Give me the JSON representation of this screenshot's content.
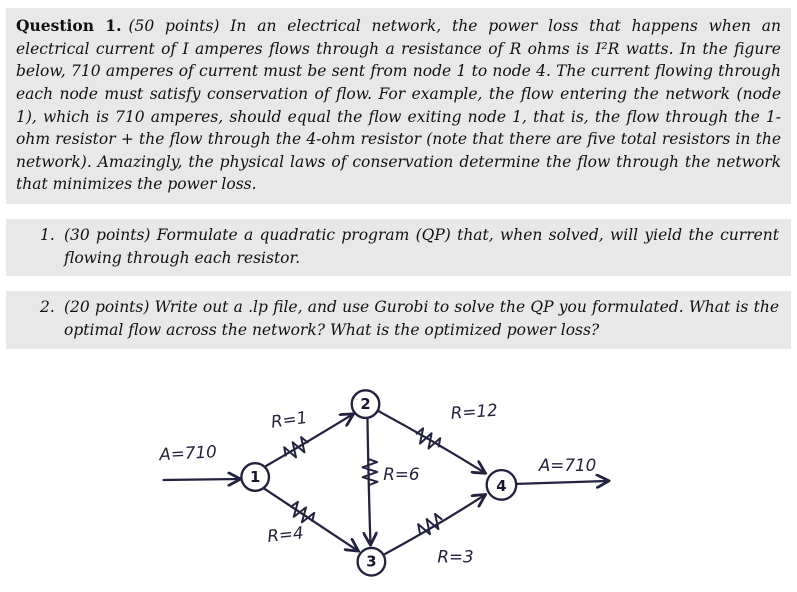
{
  "page": {
    "question_label": "Question 1.",
    "question_body": "(50 points) In an electrical network, the power loss that happens when an electrical current of I amperes flows through a resistance of R ohms is I²R watts. In the figure below, 710 amperes of current must be sent from node 1 to node 4. The current flowing through each node must satisfy conservation of flow. For example, the flow entering the network (node 1), which is 710 amperes, should equal the flow exiting node 1, that is, the flow through the 1-ohm resistor + the flow through the 4-ohm resistor (note that there are five total resistors in the network). Amazingly, the physical laws of conservation determine the flow through the network that minimizes the power loss.",
    "items": [
      {
        "number": "1.",
        "text": "(30 points) Formulate a quadratic program (QP) that, when solved, will yield the current flowing through each resistor."
      },
      {
        "number": "2.",
        "text": "(20 points) Write out a .lp file, and use Gurobi to solve the QP you formulated. What is the optimal flow across the network? What is the optimized power loss?"
      }
    ],
    "highlight_color": "#e8e8e8",
    "ink_color": "#23233f"
  },
  "diagram": {
    "input_label": "A=710",
    "output_label": "A=710",
    "nodes": [
      "1",
      "2",
      "3",
      "4"
    ],
    "edges": [
      {
        "from": "1",
        "to": "2",
        "label": "R=1"
      },
      {
        "from": "2",
        "to": "4",
        "label": "R=12"
      },
      {
        "from": "2",
        "to": "3",
        "label": "R=6"
      },
      {
        "from": "1",
        "to": "3",
        "label": "R=4"
      },
      {
        "from": "3",
        "to": "4",
        "label": "R=3"
      }
    ]
  }
}
